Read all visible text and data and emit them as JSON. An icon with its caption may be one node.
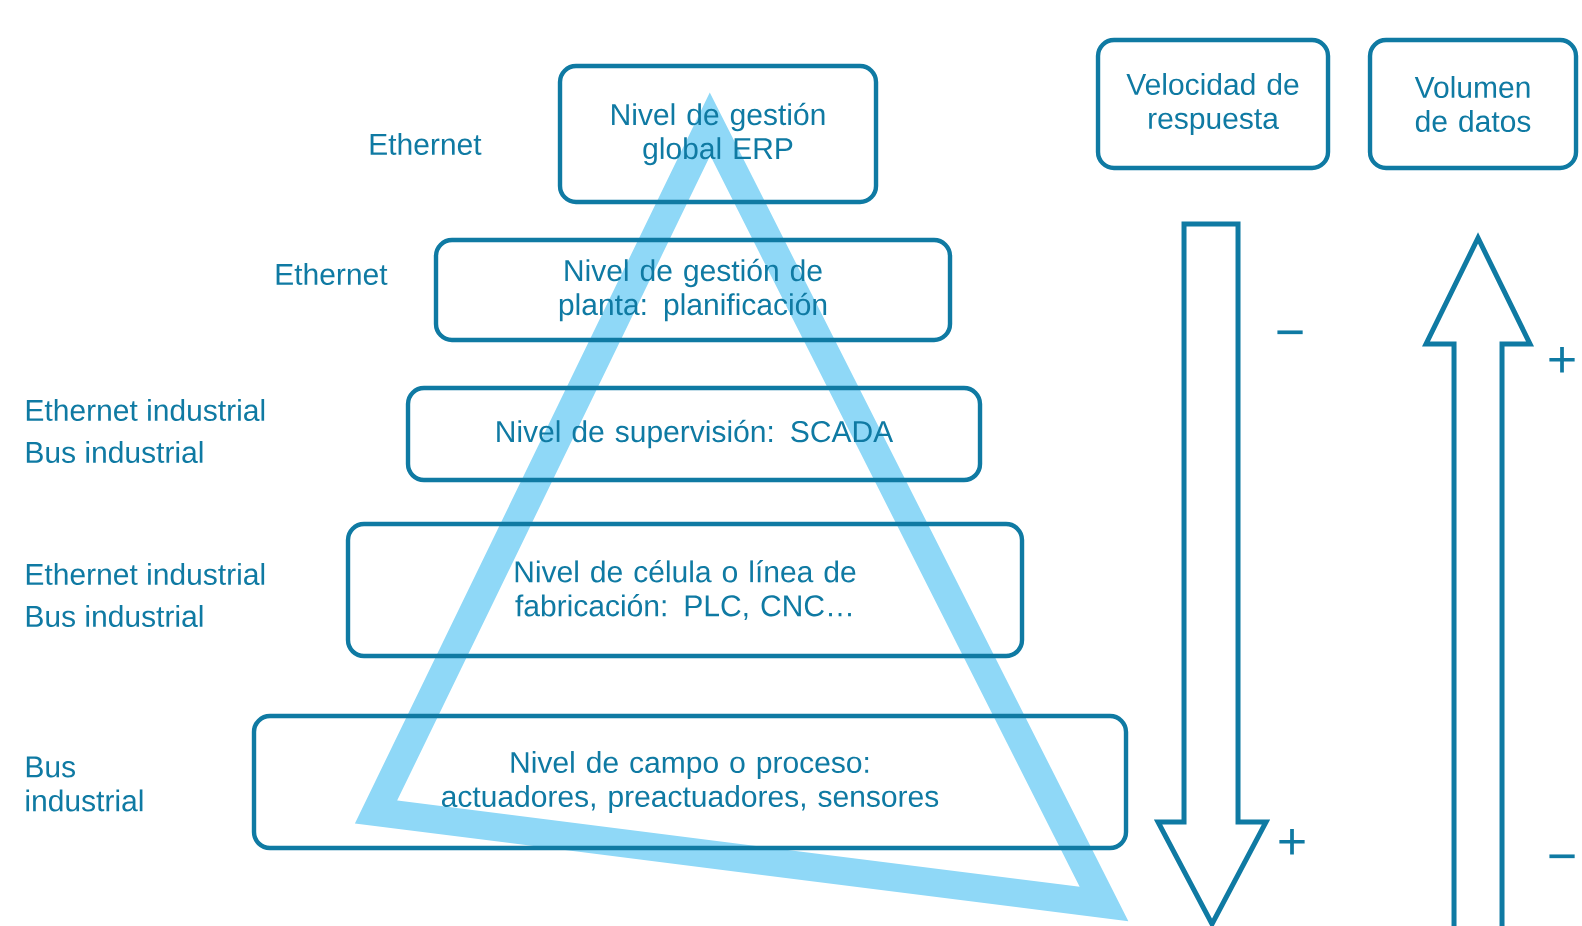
{
  "diagram": {
    "nodes": [
      {
        "text": [
          "Nivel de gestión global ERP"
        ]
      },
      {
        "text": [
          "Nivel de gestión de planta: planificación"
        ]
      },
      {
        "text": [
          "Nivel de supervisión: SCADA"
        ]
      },
      {
        "text": [
          "Nivel de célula o línea de fabricación: PLC, CNC…"
        ]
      },
      {
        "text": [
          "Nivel de campo o proceso: actuadores, preactuadores, sensores"
        ]
      },
      {
        "text": [
          "Velocidad de respuesta"
        ]
      },
      {
        "text": [
          "Volumen de datos"
        ]
      }
    ],
    "labels": [
      "Ethernet",
      "Ethernet",
      "Ethernet industrial",
      "Bus industrial",
      "Ethernet industrial",
      "Bus industrial",
      "Bus industrial",
      "−",
      "+",
      "+",
      "−"
    ]
  }
}
